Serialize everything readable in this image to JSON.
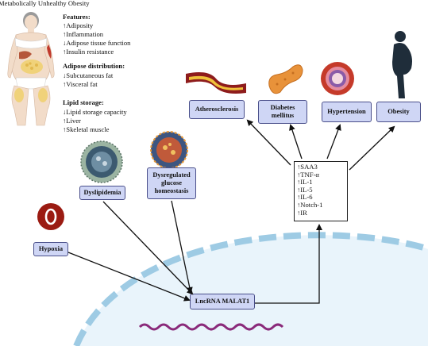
{
  "title": "Metabolically Unhealthy Obesity",
  "features": {
    "heading": "Features:",
    "items": [
      "↑Adiposity",
      "↑Inflammation",
      "↓Adipose tissue function",
      "↑Insulin resistance"
    ]
  },
  "adipose": {
    "heading": "Adipose distribution:",
    "items": [
      "↓Subcutaneous fat",
      "↑Visceral fat"
    ]
  },
  "lipid": {
    "heading": "Lipid storage:",
    "items": [
      "↓Lipid storage capacity",
      "↑Liver",
      "↑Skeletal muscle"
    ]
  },
  "nodes": {
    "atherosclerosis": "Atherosclerosis",
    "diabetes_1": "Diabetes",
    "diabetes_2": "mellitus",
    "hypertension": "Hypertension",
    "obesity": "Obesity",
    "dyslipidemia": "Dyslipidemia",
    "glucose_1": "Dysregulated",
    "glucose_2": "glucose",
    "glucose_3": "homeostasis",
    "hypoxia": "Hypoxia",
    "malat1": "LncRNA MALAT1"
  },
  "markers": [
    "↑SAA3",
    "↑TNF-α",
    "↑IL-1",
    "↑IL-5",
    "↑IL-6",
    "↑Notch-1",
    "↑IR"
  ],
  "colors": {
    "box_fill": "#cfd6f5",
    "box_border": "#4a4f8a",
    "nucleus_fill": "#e9f4fb",
    "nucleus_dash": "#9ecbe4",
    "rna_wave": "#8a2a7a",
    "hypoxia_red": "#9b1b12"
  }
}
